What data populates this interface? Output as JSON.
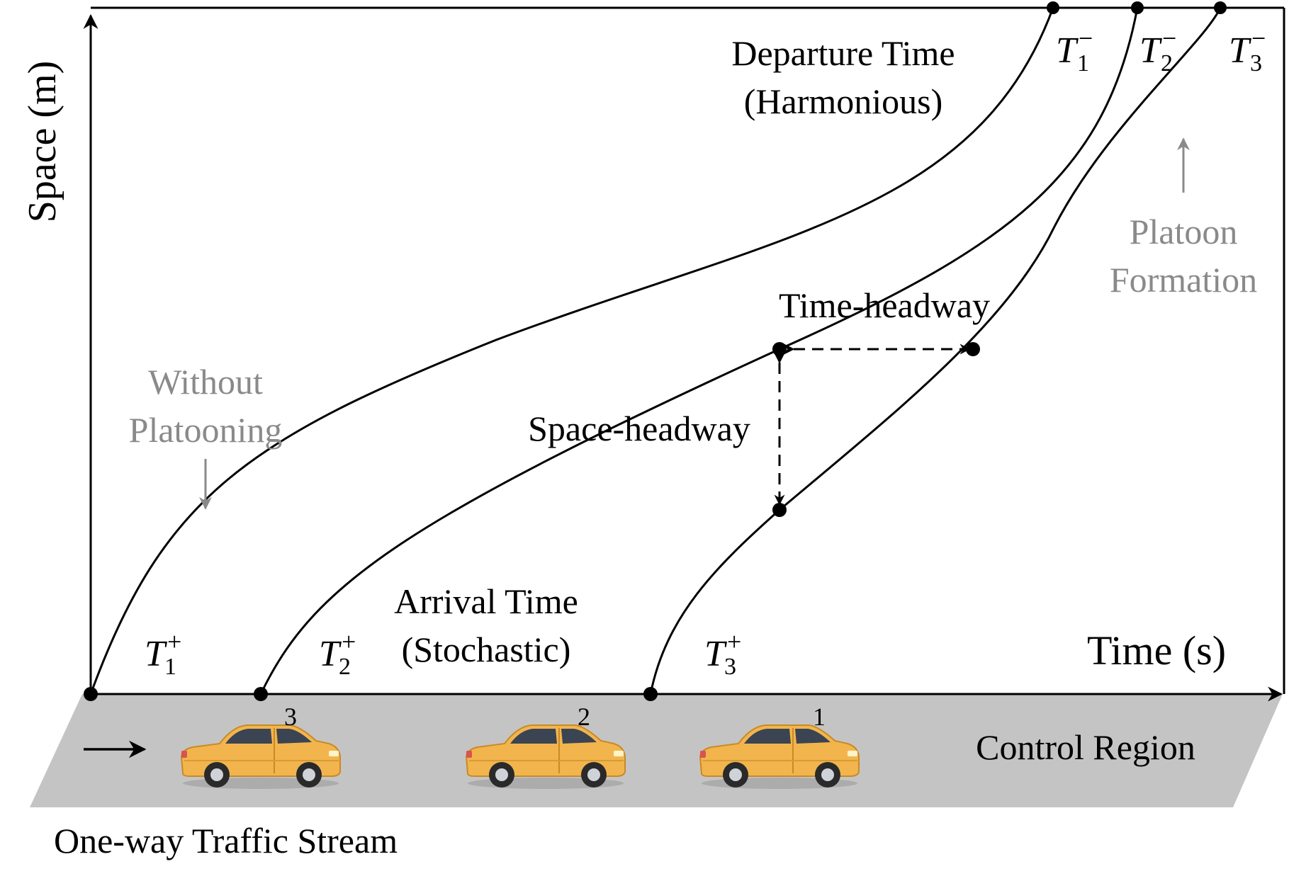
{
  "axes": {
    "y_label": "Space (m)",
    "x_label": "Time (s)"
  },
  "annotations": {
    "departure_line1": "Departure Time",
    "departure_line2": "(Harmonious)",
    "arrival_line1": "Arrival Time",
    "arrival_line2": "(Stochastic)",
    "without_line1": "Without",
    "without_line2": "Platooning",
    "platoon_line1": "Platoon",
    "platoon_line2": "Formation",
    "time_headway": "Time-headway",
    "space_headway": "Space-headway"
  },
  "time_markers": {
    "departure": [
      {
        "base": "T",
        "sub": "1",
        "sup": "−"
      },
      {
        "base": "T",
        "sub": "2",
        "sup": "−"
      },
      {
        "base": "T",
        "sub": "3",
        "sup": "−"
      }
    ],
    "arrival": [
      {
        "base": "T",
        "sub": "1",
        "sup": "+"
      },
      {
        "base": "T",
        "sub": "2",
        "sup": "+"
      },
      {
        "base": "T",
        "sub": "3",
        "sup": "+"
      }
    ]
  },
  "road": {
    "label": "Control Region",
    "stream_label": "One-way Traffic Stream",
    "cars": [
      "3",
      "2",
      "1"
    ]
  },
  "colors": {
    "car_body": "#f2b54e",
    "road": "#c4c4c4",
    "gray_text": "#8a8a8a"
  }
}
